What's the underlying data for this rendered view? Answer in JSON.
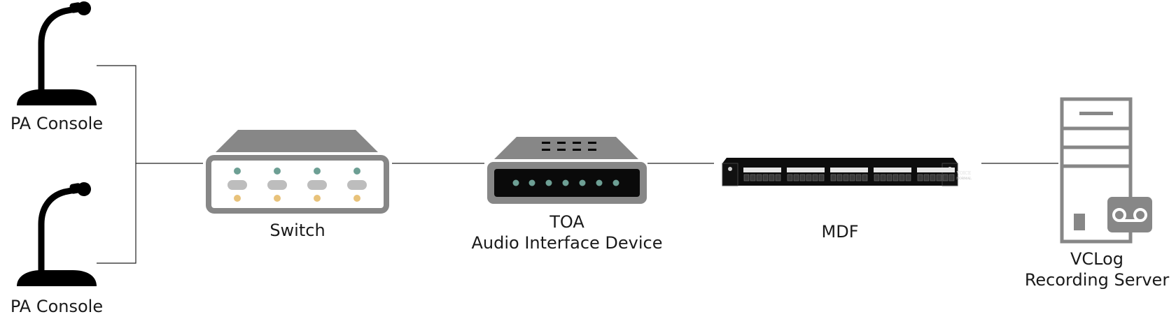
{
  "labels": {
    "pa_console_top": "PA Console",
    "pa_console_bottom": "PA Console",
    "switch": "Switch",
    "toa_line1": "TOA",
    "toa_line2": "Audio Interface Device",
    "mdf": "MDF",
    "server_line1": "VCLog",
    "server_line2": "Recording Server"
  },
  "icons": {
    "pa_console": "microphone-icon",
    "switch": "network-switch-icon",
    "toa": "audio-interface-icon",
    "mdf": "patch-panel-icon",
    "server": "server-tower-icon",
    "recorder": "voicemail-icon"
  },
  "patch_panel_text": {
    "line1": "VOICE",
    "line2": "NORMAL"
  },
  "colors": {
    "device_gray": "#888888",
    "dark": "#000000",
    "led_green": "#6d9f94",
    "led_yellow": "#e8c27a",
    "connector": "#222222"
  }
}
